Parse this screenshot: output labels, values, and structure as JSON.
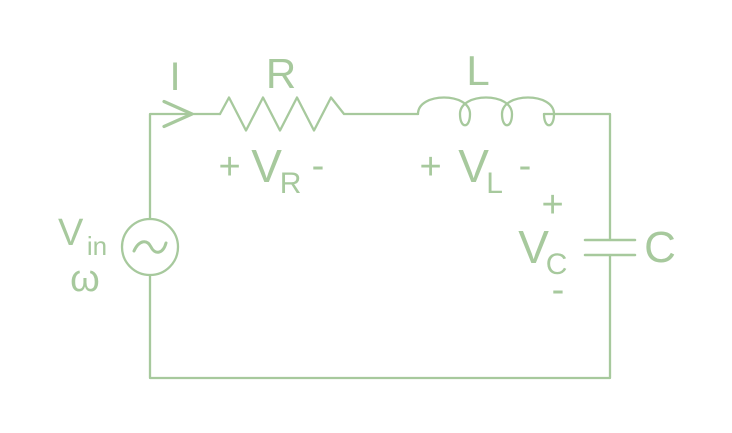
{
  "colors": {
    "stroke": "#a7c99d",
    "background": "#ffffff"
  },
  "labels": {
    "current": "I",
    "resistor": "R",
    "inductor": "L",
    "capacitor": "C",
    "source": {
      "main": "V",
      "sub": "in",
      "frequency": "ω"
    },
    "v_r": {
      "plus": "+",
      "main": "V",
      "sub": "R",
      "minus": "-"
    },
    "v_l": {
      "plus": "+",
      "main": "V",
      "sub": "L",
      "minus": "-"
    },
    "v_c": {
      "plus": "+",
      "main": "V",
      "sub": "C",
      "minus": "-"
    }
  }
}
